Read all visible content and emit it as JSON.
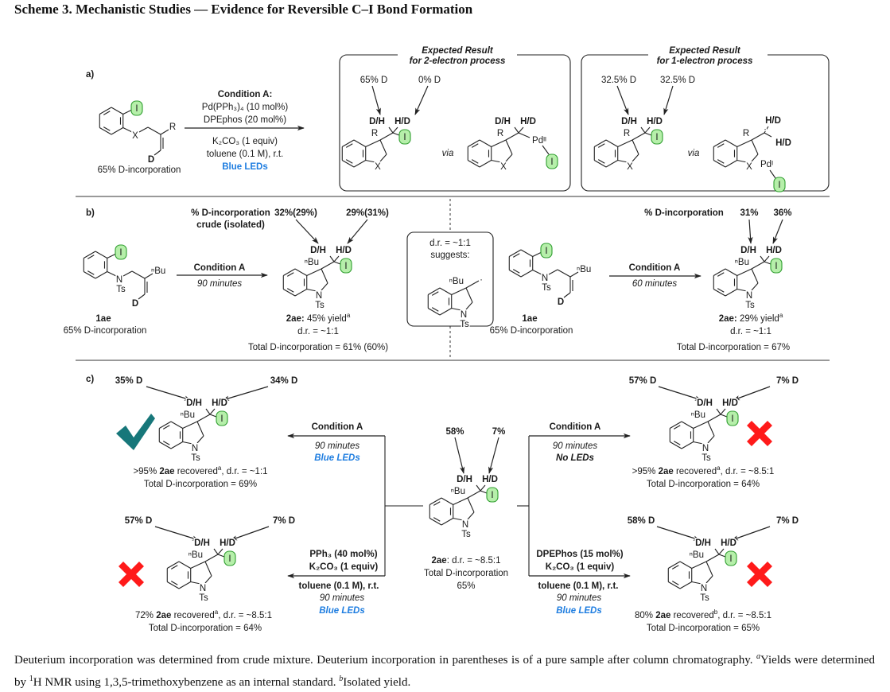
{
  "title": "Scheme 3. Mechanistic Studies — Evidence for Reversible C–I Bond Formation",
  "atoms": {
    "dh": "D/H",
    "hd": "H/D",
    "nbu": "ⁿBu",
    "n": "N",
    "ts": "Ts",
    "iodine": "I",
    "x": "X",
    "r": "R",
    "d": "D",
    "pd2": "Pdᴵᴵ",
    "pd1": "Pdᴵ"
  },
  "colors": {
    "iodine_fill": "#b6efaa",
    "iodine_border": "#2f9e2f",
    "blue_leds": "#1e7de0",
    "check": "#17777a",
    "cross": "#ff1a1a"
  },
  "part_a": {
    "label": "a)",
    "substrate_caption": "65% D-incorporation",
    "conditions": {
      "title": "Condition A:",
      "l1": "Pd(PPh₃)₄ (10 mol%)",
      "l2": "DPEphos (20 mol%)",
      "l3": "K₂CO₃ (1 equiv)",
      "l4": "toluene (0.1 M), r.t.",
      "l5": "Blue LEDs"
    },
    "box_2e": {
      "h1": "Expected Result",
      "h2": "for 2-electron process",
      "d1": "65% D",
      "d2": "0% D",
      "via": "via"
    },
    "box_1e": {
      "h1": "Expected Result",
      "h2": "for 1-electron process",
      "d1": "32.5% D",
      "d2": "32.5% D",
      "via": "via"
    }
  },
  "part_b": {
    "label": "b)",
    "left": {
      "dinc_l1": "% D-incorporation",
      "dinc_l2": "crude (isolated)",
      "v1": "32%(29%)",
      "v2": "29%(31%)",
      "sub_name": "1ae",
      "sub_caption": "65% D-incorporation",
      "cond": "Condition A",
      "time": "90 minutes",
      "prod_name": "2ae:",
      "prod_yield": " 45% yield",
      "prod_sup": "a",
      "dr": "d.r. = ~1:1",
      "total": "Total D-incorporation = 61% (60%)"
    },
    "inset": {
      "l1": "d.r. = ~1:1",
      "l2": "suggests:"
    },
    "right": {
      "dinc": "% D-incorporation",
      "v1": "31%",
      "v2": "36%",
      "sub_name": "1ae",
      "sub_caption": "65% D-incorporation",
      "cond": "Condition A",
      "time": "60 minutes",
      "prod_name": "2ae:",
      "prod_yield": " 29% yield",
      "prod_sup": "a",
      "dr": "d.r. = ~1:1",
      "total": "Total D-incorporation = 67%"
    }
  },
  "part_c": {
    "label": "c)",
    "center": {
      "v1": "58%",
      "v2": "7%",
      "name": "2ae",
      "dr": ": d.r. = ~8.5:1",
      "total_l1": "Total D-incorporation",
      "total_l2": "65%"
    },
    "cond_ul": {
      "l1": "Condition A",
      "l2": "90 minutes",
      "l3": "Blue LEDs"
    },
    "cond_ur": {
      "l1": "Condition A",
      "l2": "90 minutes",
      "l3": "No LEDs"
    },
    "cond_ll": {
      "l1": "PPh₃ (40 mol%)",
      "l2": "K₂CO₃ (1 equiv)",
      "l3": "toluene (0.1 M), r.t.",
      "l4": "90 minutes",
      "l5": "Blue LEDs"
    },
    "cond_lr": {
      "l1": "DPEPhos (15 mol%)",
      "l2": "K₂CO₃ (1 equiv)",
      "l3": "toluene (0.1 M), r.t.",
      "l4": "90 minutes",
      "l5": "Blue LEDs"
    },
    "results": [
      {
        "d1": "35% D",
        "d2": "34% D",
        "pre": ">95% ",
        "cmpd": "2ae",
        "mid": " recovered",
        "sup": "a",
        "post": ", d.r. = ~1:1",
        "total": "Total D-incorporation = 69%",
        "outcome": "check"
      },
      {
        "d1": "57% D",
        "d2": "7% D",
        "pre": ">95% ",
        "cmpd": "2ae",
        "mid": " recovered",
        "sup": "a",
        "post": ", d.r. = ~8.5:1",
        "total": "Total D-incorporation = 64%",
        "outcome": "cross"
      },
      {
        "d1": "57% D",
        "d2": "7% D",
        "pre": "72% ",
        "cmpd": "2ae",
        "mid": " recovered",
        "sup": "a",
        "post": ", d.r. = ~8.5:1",
        "total": "Total D-incorporation = 64%",
        "outcome": "cross"
      },
      {
        "d1": "58% D",
        "d2": "7% D",
        "pre": "80% ",
        "cmpd": "2ae",
        "mid": " recovered",
        "sup": "b",
        "post": ", d.r. = ~8.5:1",
        "total": "Total D-incorporation = 65%",
        "outcome": "cross"
      }
    ]
  },
  "footnote": {
    "s1": "Deuterium incorporation was determined from crude mixture. Deuterium incorporation in parentheses is of a pure sample after column chromatography. ",
    "sup_a": "a",
    "s2": "Yields were determined by ",
    "sup_1": "1",
    "s3": "H NMR using 1,3,5-trimethoxybenzene as an internal standard. ",
    "sup_b": "b",
    "s4": "Isolated yield."
  }
}
